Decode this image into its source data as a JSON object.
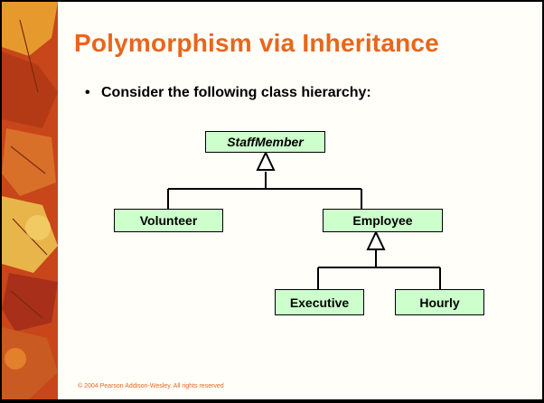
{
  "slide": {
    "title": "Polymorphism via Inheritance",
    "bullet": "Consider the following class hierarchy:",
    "bullet_symbol": "•",
    "footer": "© 2004 Pearson Addison-Wesley. All rights reserved"
  },
  "diagram": {
    "classes": {
      "staff_member": "StaffMember",
      "volunteer": "Volunteer",
      "employee": "Employee",
      "executive": "Executive",
      "hourly": "Hourly"
    },
    "relations": [
      {
        "child": "Volunteer",
        "parent": "StaffMember",
        "kind": "inheritance"
      },
      {
        "child": "Employee",
        "parent": "StaffMember",
        "kind": "inheritance"
      },
      {
        "child": "Executive",
        "parent": "Employee",
        "kind": "inheritance"
      },
      {
        "child": "Hourly",
        "parent": "Employee",
        "kind": "inheritance"
      }
    ],
    "box_color": "#ccffcc"
  },
  "colors": {
    "title": "#e8661b",
    "footer": "#e8661b"
  }
}
